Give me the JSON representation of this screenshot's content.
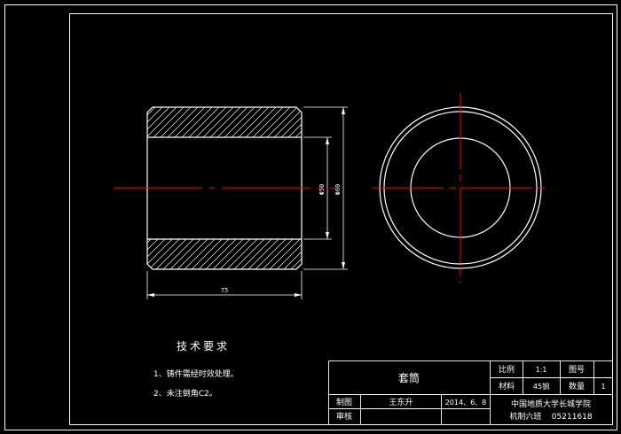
{
  "tech_requirements": {
    "title": "技术要求",
    "items": [
      "1、铸件需经时效处理。",
      "2、未注倒角C2。"
    ]
  },
  "dimensions": {
    "length": "75",
    "inner_diameter": "Φ50",
    "outer_diameter": "Φ60"
  },
  "title_block": {
    "part_name": "套筒",
    "scale_label": "比例",
    "scale_value": "1:1",
    "drawing_no_label": "图号",
    "material_label": "材料",
    "material_value": "45钢",
    "quantity_label": "数量",
    "quantity_value": "1",
    "drawn_by_label": "制图",
    "drawn_by_name": "王东升",
    "date": "2014、6、8",
    "checked_by_label": "审核",
    "school": "中国地质大学长城学院",
    "class_and_id": "机制六班    05211618"
  },
  "colors": {
    "background": "#000000",
    "line": "#ffffff",
    "centerline": "#ff0000"
  }
}
